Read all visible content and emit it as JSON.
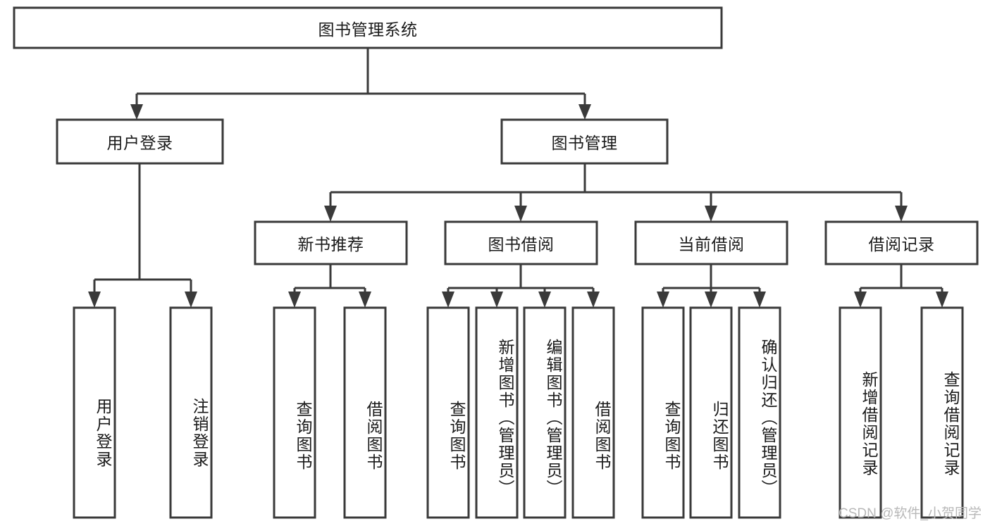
{
  "diagram": {
    "title": "图书管理系统",
    "type": "hierarchy-tree",
    "background_color": "#ffffff",
    "box_stroke_color": "#3a3a3a",
    "box_fill_color": "#ffffff",
    "text_color": "#1a1a1a",
    "levels": [
      {
        "level": 1,
        "nodes": [
          {
            "id": "root",
            "label": "图书管理系统",
            "orientation": "horizontal"
          }
        ]
      },
      {
        "level": 2,
        "nodes": [
          {
            "id": "user-login",
            "label": "用户登录",
            "orientation": "horizontal",
            "parent": "root"
          },
          {
            "id": "book-manage",
            "label": "图书管理",
            "orientation": "horizontal",
            "parent": "root"
          }
        ]
      },
      {
        "level": 3,
        "nodes": [
          {
            "id": "new-book-recommend",
            "label": "新书推荐",
            "orientation": "horizontal",
            "parent": "book-manage"
          },
          {
            "id": "book-borrow",
            "label": "图书借阅",
            "orientation": "horizontal",
            "parent": "book-manage"
          },
          {
            "id": "current-borrow",
            "label": "当前借阅",
            "orientation": "horizontal",
            "parent": "book-manage"
          },
          {
            "id": "borrow-record",
            "label": "借阅记录",
            "orientation": "horizontal",
            "parent": "book-manage"
          }
        ]
      },
      {
        "level": 4,
        "nodes": [
          {
            "id": "leaf-user-login",
            "label": "用户登录",
            "orientation": "vertical",
            "parent": "user-login"
          },
          {
            "id": "leaf-logout",
            "label": "注销登录",
            "orientation": "vertical",
            "parent": "user-login"
          },
          {
            "id": "leaf-query-book-1",
            "label": "查询图书",
            "orientation": "vertical",
            "parent": "new-book-recommend"
          },
          {
            "id": "leaf-borrow-book-1",
            "label": "借阅图书",
            "orientation": "vertical",
            "parent": "new-book-recommend"
          },
          {
            "id": "leaf-query-book-2",
            "label": "查询图书",
            "orientation": "vertical",
            "parent": "book-borrow"
          },
          {
            "id": "leaf-add-book",
            "label": "新增图书（管理员）",
            "orientation": "vertical",
            "parent": "book-borrow"
          },
          {
            "id": "leaf-edit-book",
            "label": "编辑图书（管理员）",
            "orientation": "vertical",
            "parent": "book-borrow"
          },
          {
            "id": "leaf-borrow-book-2",
            "label": "借阅图书",
            "orientation": "vertical",
            "parent": "book-borrow"
          },
          {
            "id": "leaf-query-book-3",
            "label": "查询图书",
            "orientation": "vertical",
            "parent": "current-borrow"
          },
          {
            "id": "leaf-return-book",
            "label": "归还图书",
            "orientation": "vertical",
            "parent": "current-borrow"
          },
          {
            "id": "leaf-confirm-return",
            "label": "确认归还（管理员）",
            "orientation": "vertical",
            "parent": "current-borrow"
          },
          {
            "id": "leaf-add-record",
            "label": "新增借阅记录",
            "orientation": "vertical",
            "parent": "borrow-record"
          },
          {
            "id": "leaf-query-record",
            "label": "查询借阅记录",
            "orientation": "vertical",
            "parent": "borrow-record"
          }
        ]
      }
    ]
  },
  "watermark": {
    "text": "CSDN @软件_小贺同学",
    "color": "#b8b8b8"
  }
}
